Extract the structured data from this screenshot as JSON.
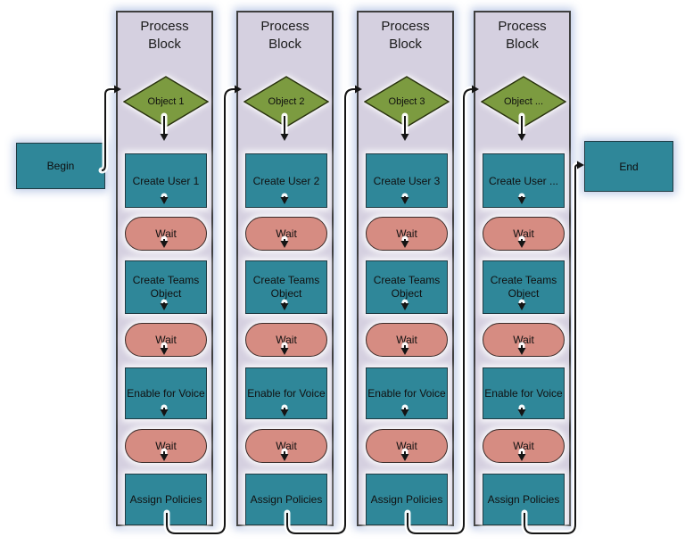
{
  "flow": {
    "begin_label": "Begin",
    "end_label": "End",
    "columns": [
      {
        "title": "Process Block",
        "object_label": "Object 1",
        "create_user_label": "Create User 1"
      },
      {
        "title": "Process Block",
        "object_label": "Object 2",
        "create_user_label": "Create User 2"
      },
      {
        "title": "Process Block",
        "object_label": "Object 3",
        "create_user_label": "Create User 3"
      },
      {
        "title": "Process Block",
        "object_label": "Object ...",
        "create_user_label": "Create User ..."
      }
    ],
    "step_labels": {
      "wait": "Wait",
      "create_teams_object": "Create Teams Object",
      "enable_for_voice": "Enable for Voice",
      "assign_policies": "Assign Policies"
    }
  },
  "colors": {
    "lavender": "#D5D0E0",
    "teal": "#2F8799",
    "salmon": "#D68C82",
    "green": "#7C9B40",
    "wire": "#141414"
  }
}
